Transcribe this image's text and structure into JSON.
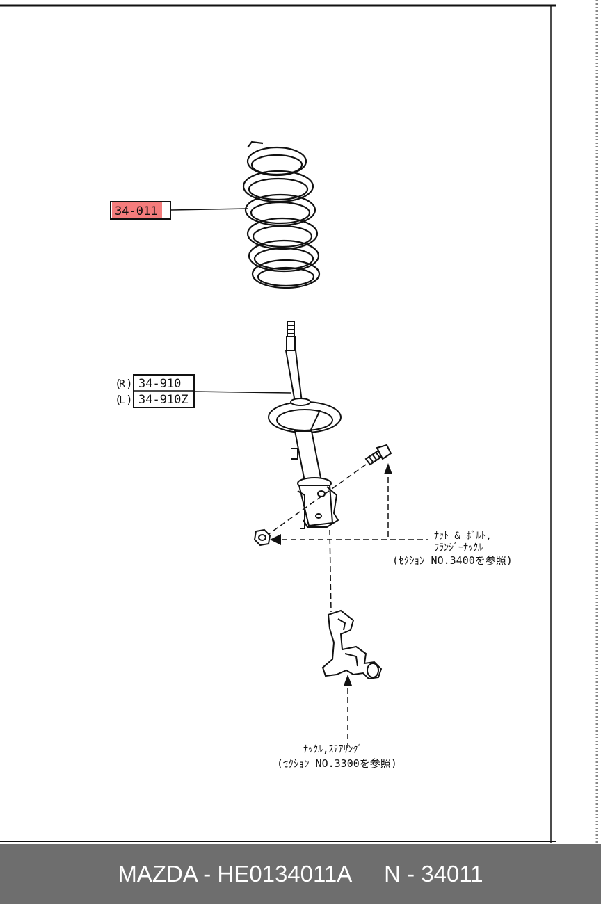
{
  "callouts": {
    "spring_part": "34-011",
    "strut_side_r": "R",
    "strut_side_l": "L",
    "strut_part_r": "34-910",
    "strut_part_l": "34-910Z"
  },
  "notes": {
    "nut_bolt_line1": "ﾅｯﾄ & ﾎﾞﾙﾄ,",
    "nut_bolt_line2": "ﾌﾗﾝｼﾞｰﾅｯｸﾙ",
    "nut_bolt_ref": "(ｾｸｼｮﾝ NO.3400を参照)",
    "knuckle_line1": "ﾅｯｸﾙ,ｽﾃｱﾘﾝｸﾞ",
    "knuckle_ref": "(ｾｸｼｮﾝ NO.3300を参照)"
  },
  "footer": {
    "brand_part": "MAZDA - HE0134011A",
    "page_ref": "N - 34011"
  },
  "colors": {
    "highlight": "#f47c7c",
    "footer_bg": "#6e6e6e",
    "line": "#111111"
  }
}
